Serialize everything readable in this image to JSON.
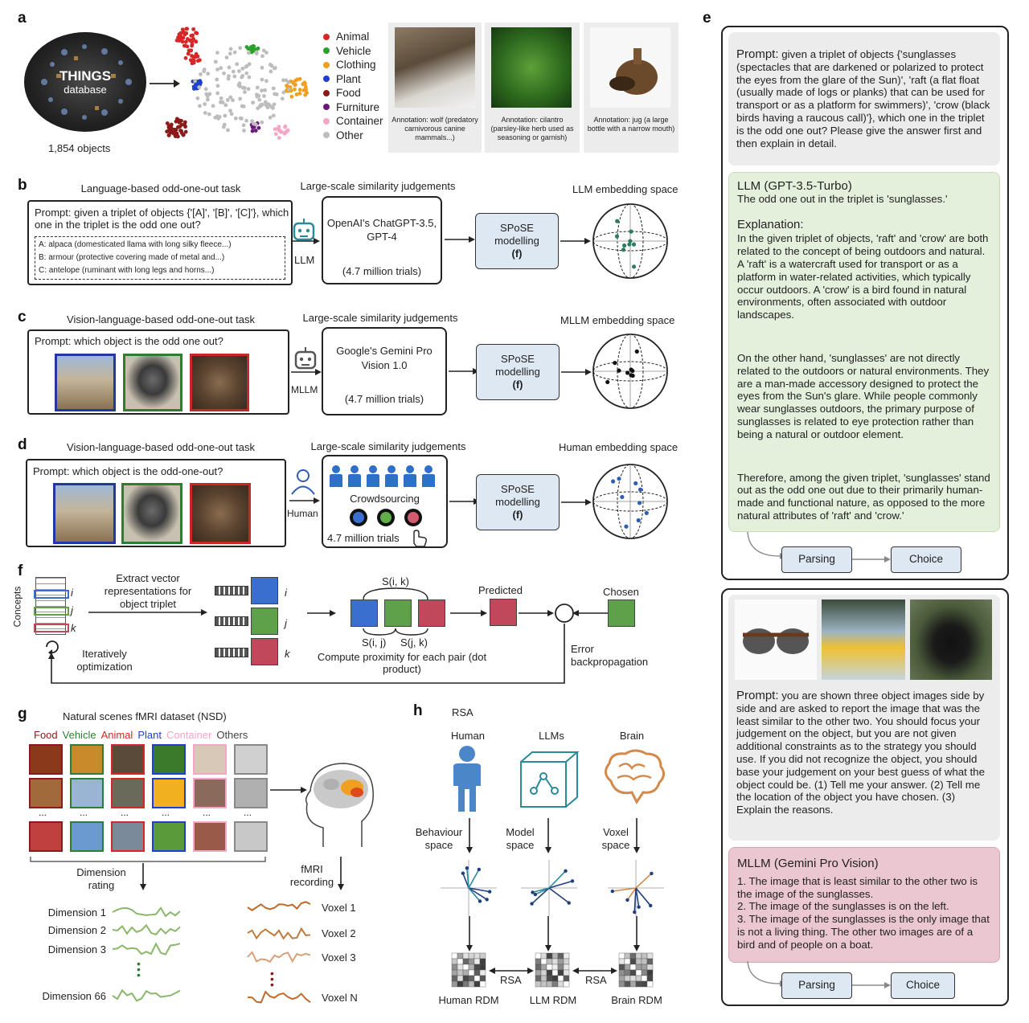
{
  "panels": {
    "a": "a",
    "b": "b",
    "c": "c",
    "d": "d",
    "e": "e",
    "f": "f",
    "g": "g",
    "h": "h"
  },
  "a": {
    "logo_main": "THINGS",
    "logo_sub": "database",
    "objects": "1,854 objects",
    "legend": [
      {
        "label": "Animal",
        "color": "#d62728"
      },
      {
        "label": "Vehicle",
        "color": "#2ca02c"
      },
      {
        "label": "Clothing",
        "color": "#f0a020"
      },
      {
        "label": "Plant",
        "color": "#1f3fcf"
      },
      {
        "label": "Food",
        "color": "#8b1a1a"
      },
      {
        "label": "Furniture",
        "color": "#6a1b7a"
      },
      {
        "label": "Container",
        "color": "#f4a6c6"
      },
      {
        "label": "Other",
        "color": "#bdbdbd"
      }
    ],
    "annotations": [
      "Annotation: wolf (predatory carnivorous canine mammals...)",
      "Annotation: cilantro (parsley-like herb used as seasoning or garnish)",
      "Annotation: jug (a large bottle with a narrow mouth)"
    ]
  },
  "b": {
    "task_title": "Language-based odd-one-out task",
    "prompt": "Prompt: given a triplet of objects {'[A]', '[B]', '[C]'}, which one in the triplet is the odd one out?",
    "options": [
      "A: alpaca (domesticated llama with long silky fleece...)",
      "B: armour (protective covering made of metal and...)",
      "C: antelope (ruminant with long legs and horns...)"
    ],
    "agent": "LLM",
    "judgement_title": "Large-scale similarity judgements",
    "model_line1": "OpenAI's ChatGPT-3.5,",
    "model_line2": "GPT-4",
    "trials": "(4.7 million trials)",
    "spose1": "SPoSE",
    "spose2": "modelling",
    "spose3": "(f)",
    "space": "LLM embedding space"
  },
  "c": {
    "task_title": "Vision-language-based odd-one-out task",
    "prompt": "Prompt: which object is the odd one out?",
    "agent": "MLLM",
    "judgement_title": "Large-scale similarity judgements",
    "model_line1": "Google's Gemini Pro",
    "model_line2": "Vision 1.0",
    "trials": "(4.7 million trials)",
    "spose1": "SPoSE",
    "spose2": "modelling",
    "spose3": "(f)",
    "space": "MLLM embedding space"
  },
  "d": {
    "task_title": "Vision-language-based odd-one-out task",
    "prompt": "Prompt: which object is the odd-one-out?",
    "agent": "Human",
    "judgement_title": "Large-scale similarity judgements",
    "crowd": "Crowdsourcing",
    "trials": "4.7 million trials",
    "spose1": "SPoSE",
    "spose2": "modelling",
    "spose3": "(f)",
    "space": "Human embedding space"
  },
  "f": {
    "concepts": "Concepts",
    "i": "i",
    "j": "j",
    "k": "k",
    "extract": "Extract vector representations for object triplet",
    "iter": "Iteratively optimization",
    "sik": "S(i, k)",
    "sij": "S(i, j)",
    "sjk": "S(j, k)",
    "compute": "Compute proximity for each pair (dot product)",
    "predicted": "Predicted",
    "chosen": "Chosen",
    "error": "Error backpropagation"
  },
  "g": {
    "title": "Natural scenes fMRI dataset (NSD)",
    "categories": [
      {
        "label": "Food",
        "color": "#8b1a1a"
      },
      {
        "label": "Vehicle",
        "color": "#2e7d32"
      },
      {
        "label": "Animal",
        "color": "#d62728"
      },
      {
        "label": "Plant",
        "color": "#1f3fcf"
      },
      {
        "label": "Container",
        "color": "#f4a6c6"
      },
      {
        "label": "Others",
        "color": "#444444"
      }
    ],
    "ellipsis": "...",
    "dimension_rating": "Dimension rating",
    "fmri": "fMRI recording",
    "dims": [
      "Dimension 1",
      "Dimension 2",
      "Dimension 3",
      "Dimension 66"
    ],
    "voxels": [
      "Voxel 1",
      "Voxel 2",
      "Voxel 3",
      "Voxel N"
    ]
  },
  "h": {
    "rsa_title": "RSA",
    "cols": [
      "Human",
      "LLMs",
      "Brain"
    ],
    "spaces": [
      "Behaviour space",
      "Model space",
      "Voxel space"
    ],
    "rdms": [
      "Human RDM",
      "LLM RDM",
      "Brain RDM"
    ],
    "rsa": "RSA"
  },
  "e": {
    "prompt1_head": "Prompt:",
    "prompt1_body": " given a triplet of objects {'sunglasses (spectacles that are darkened or polarized to protect the eyes from the glare of the Sun)', 'raft (a flat float (usually made of logs or planks) that can be used for transport or as a platform for swimmers)', 'crow (black birds having a raucous call)'}, which one in the triplet is the odd one out? Please give the answer first and then explain in detail.",
    "llm_title": "LLM (GPT-3.5-Turbo)",
    "llm_answer": "The odd one out in the triplet is 'sunglasses.'",
    "explanation": "Explanation:",
    "para1": "In the given triplet of objects, 'raft' and 'crow' are both related to the concept of being outdoors and natural. A 'raft' is a watercraft used for transport or as a platform in water-related activities, which typically occur outdoors. A 'crow' is a bird found in natural environments, often associated with outdoor landscapes.",
    "para2": "On the other hand, 'sunglasses' are not directly related to the outdoors or natural environments. They are a man-made accessory designed to protect the eyes from the Sun's glare. While people commonly wear sunglasses outdoors, the primary purpose of sunglasses is related to eye protection rather than being a natural or outdoor element.",
    "para3": "Therefore, among the given triplet, 'sunglasses' stand out as the odd one out due to their primarily human-made and functional nature, as opposed to the more natural attributes of 'raft' and 'crow.'",
    "parsing": "Parsing",
    "choice": "Choice",
    "prompt2_head": "Prompt:",
    "prompt2_body": " you are shown three object images side by side and are asked to report the image that was the least similar to the other two. You should focus your judgement on the object, but you are not given additional constraints as to the strategy you should use. If you did not recognize the object, you should base your judgement on your best guess of what the object could be. (1) Tell me your answer. (2) Tell me the location of the object you have chosen. (3) Explain the reasons.",
    "mllm_title": "MLLM (Gemini Pro Vision)",
    "mllm1": "1. The image that is least similar to the other two is the image of the sunglasses.",
    "mllm2": "2. The image of the sunglasses is on the left.",
    "mllm3": "3. The image of the sunglasses is the only image that is not a living thing. The other two images are of a bird and of people on a boat."
  }
}
